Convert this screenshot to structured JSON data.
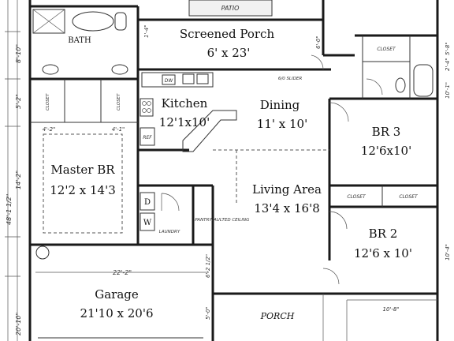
{
  "rooms": {
    "screened_porch": {
      "name": "Screened Porch",
      "size": "6' x 23'"
    },
    "kitchen": {
      "name": "Kitchen",
      "size": "12'1x10'"
    },
    "dining": {
      "name": "Dining",
      "size": "11' x 10'"
    },
    "br3": {
      "name": "BR 3",
      "size": "12'6x10'"
    },
    "master": {
      "name": "Master BR",
      "size": "12'2 x 14'3"
    },
    "living": {
      "name": "Living Area",
      "size": "13'4 x 16'8"
    },
    "br2": {
      "name": "BR 2",
      "size": "12'6 x 10'"
    },
    "garage": {
      "name": "Garage",
      "size": "21'10 x 20'6"
    },
    "porch": {
      "name": "PORCH"
    },
    "bath": {
      "name": "BATH"
    }
  },
  "small_labels": {
    "closet_a": "CLOSET",
    "closet_b": "CLOSET",
    "closet_c": "CLOSET",
    "closet_d": "CLOSET",
    "closet_e": "CLOSET",
    "dw": "DW",
    "ref": "REF",
    "w": "W",
    "d": "D",
    "laundry": "LAUNDRY",
    "pantry": "PANTRY",
    "patio": "PATIO",
    "vaulted": "VAULTED CEILING",
    "slider": "6/0 SLIDER"
  },
  "dimensions": {
    "d_8_10": "8'-10\"",
    "d_5_2": "5'-2\"",
    "d_14_2": "14'-2\"",
    "d_48": "48'-1 1/2\"",
    "d_20_10": "20'-10\"",
    "d_22_2": "22'-2\"",
    "d_4_2": "4'-2\"",
    "d_4_1": "4'-1\"",
    "d_1_4": "1'-4\"",
    "d_6_0": "6'-0\"",
    "d_10_8": "10'-8\"",
    "d_5_0": "5'-0\"",
    "d_10_4": "10'-4\"",
    "d_2_4": "2'-4\"",
    "d_5_8": "5'-8\"",
    "d_10_1": "10'-1\"",
    "d_6_2": "6'-2 1/2\""
  }
}
